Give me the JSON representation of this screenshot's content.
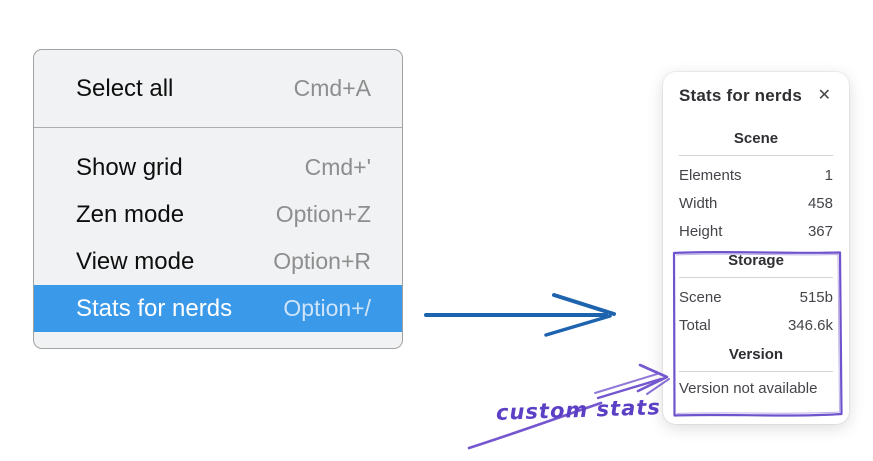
{
  "context_menu": {
    "items": [
      {
        "label": "Select all",
        "shortcut": "Cmd+A",
        "selected": false,
        "group": 1
      },
      {
        "label": "Show grid",
        "shortcut": "Cmd+'",
        "selected": false,
        "group": 2
      },
      {
        "label": "Zen mode",
        "shortcut": "Option+Z",
        "selected": false,
        "group": 2
      },
      {
        "label": "View mode",
        "shortcut": "Option+R",
        "selected": false,
        "group": 2
      },
      {
        "label": "Stats for nerds",
        "shortcut": "Option+/",
        "selected": true,
        "group": 2
      }
    ]
  },
  "stats_panel": {
    "title": "Stats for nerds",
    "close_icon": "✕",
    "sections": [
      {
        "heading": "Scene",
        "rows": [
          {
            "label": "Elements",
            "value": "1"
          },
          {
            "label": "Width",
            "value": "458"
          },
          {
            "label": "Height",
            "value": "367"
          }
        ]
      },
      {
        "heading": "Storage",
        "rows": [
          {
            "label": "Scene",
            "value": "515b"
          },
          {
            "label": "Total",
            "value": "346.6k"
          }
        ]
      },
      {
        "heading": "Version",
        "rows": [],
        "note": "Version not available"
      }
    ]
  },
  "annotation": {
    "label": "custom stats"
  },
  "colors": {
    "menu_highlight": "#3b99e9",
    "menu_background": "#f1f2f3",
    "shortcut_gray": "#8e8e8e",
    "blue_arrow": "#1e63ae",
    "annotation_purple": "#6e53cc",
    "annotation_text_purple": "#5b3fc4"
  }
}
